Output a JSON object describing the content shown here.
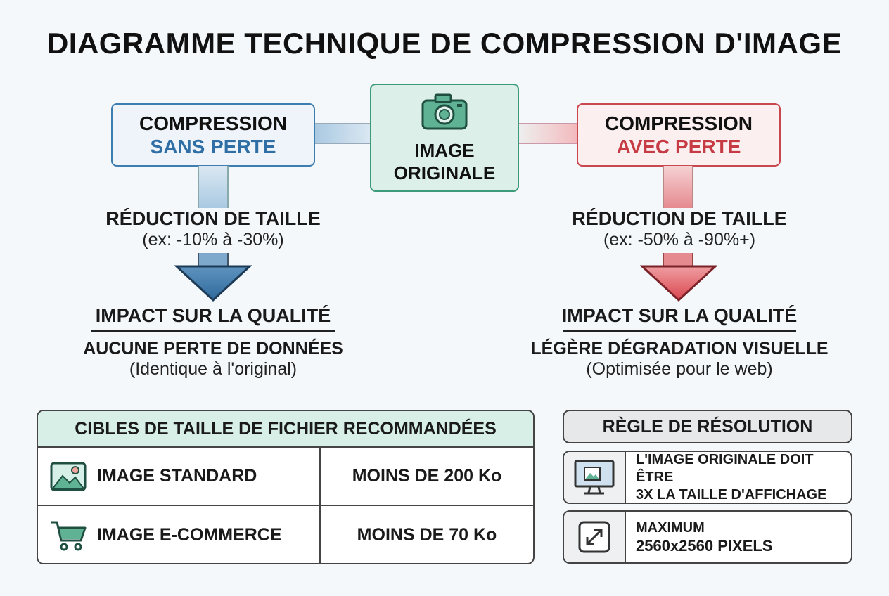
{
  "title": "DIAGRAMME TECHNIQUE DE COMPRESSION D'IMAGE",
  "original": {
    "line1": "IMAGE",
    "line2": "ORIGINALE",
    "icon": "camera-icon"
  },
  "lossless": {
    "line1": "COMPRESSION",
    "line2": "SANS PERTE",
    "size_head": "RÉDUCTION DE TAILLE",
    "size_range": "(ex: -10% à -30%)",
    "quality_head": "IMPACT SUR LA QUALITÉ",
    "quality_value": "AUCUNE PERTE DE DONNÉES",
    "quality_note": "(Identique à l'original)",
    "color": "#2f6fa6"
  },
  "lossy": {
    "line1": "COMPRESSION",
    "line2": "AVEC PERTE",
    "size_head": "RÉDUCTION DE TAILLE",
    "size_range": "(ex: -50% à -90%+)",
    "quality_head": "IMPACT SUR LA QUALITÉ",
    "quality_value": "LÉGÈRE DÉGRADATION VISUELLE",
    "quality_note": "(Optimisée pour le web)",
    "color": "#c63b44"
  },
  "targets": {
    "header": "CIBLES DE TAILLE DE FICHIER RECOMMANDÉES",
    "rows": [
      {
        "label": "IMAGE STANDARD",
        "value": "MOINS DE 200 Ko",
        "icon": "image-icon"
      },
      {
        "label": "IMAGE E-COMMERCE",
        "value": "MOINS DE 70 Ko",
        "icon": "cart-icon"
      }
    ]
  },
  "resolution": {
    "header": "RÈGLE DE RÉSOLUTION",
    "rules": [
      {
        "line1": "L'IMAGE ORIGINALE DOIT ÊTRE",
        "line2": "3X LA TAILLE D'AFFICHAGE",
        "icon": "monitor-icon"
      },
      {
        "line1": "MAXIMUM",
        "line2": "2560x2560 PIXELS",
        "icon": "resize-icon"
      }
    ]
  }
}
